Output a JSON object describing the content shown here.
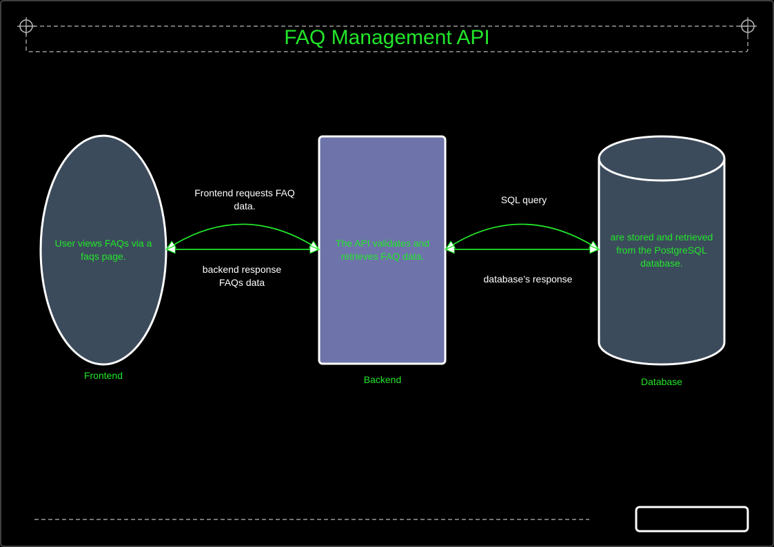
{
  "title": "FAQ Management API",
  "nodes": {
    "frontend": {
      "text": "User views  FAQs via a faqs page.",
      "caption": "Frontend"
    },
    "backend": {
      "text": "The API validates and retrieves FAQ data.",
      "caption": "Backend"
    },
    "database": {
      "text": "are stored and retrieved from the PostgreSQL database.",
      "caption": "Database"
    }
  },
  "edges": {
    "fe_request": "Frontend requests FAQ\ndata.",
    "be_response": "backend response\nFAQs data",
    "sql_query": "SQL query",
    "db_response": "database’s response"
  },
  "colors": {
    "background": "#000000",
    "accent_green": "#22e62a",
    "node_fill_dark": "#3c4b5c",
    "node_fill_backend": "#6e74aa",
    "outline": "#ffffff",
    "frame_dash": "#9a9a9a"
  }
}
